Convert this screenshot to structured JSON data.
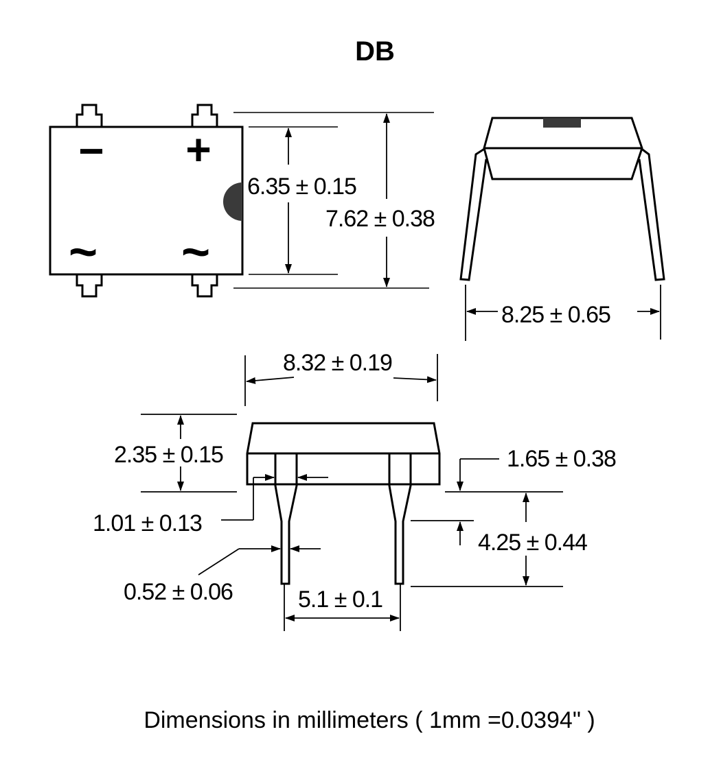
{
  "title": "DB",
  "footnote": "Dimensions in millimeters ( 1mm =0.0394\" )",
  "symbols": {
    "minus": "−",
    "plus": "+",
    "ac_left": "~",
    "ac_right": "~"
  },
  "dimensions": {
    "body_width_leads": "6.35 ± 0.15",
    "overall_width": "7.62 ± 0.38",
    "lead_span": "8.25 ± 0.65",
    "body_length": "8.32 ± 0.19",
    "body_height": "2.35 ± 0.15",
    "lead_shoulder": "1.65 ± 0.38",
    "lead_width": "1.01 ± 0.13",
    "lead_length": "4.25 ± 0.44",
    "lead_tip_width": "0.52 ± 0.06",
    "lead_pitch": "5.1 ± 0.1"
  },
  "colors": {
    "ink": "#000000",
    "marker": "#3a3a3a",
    "background": "#ffffff"
  }
}
